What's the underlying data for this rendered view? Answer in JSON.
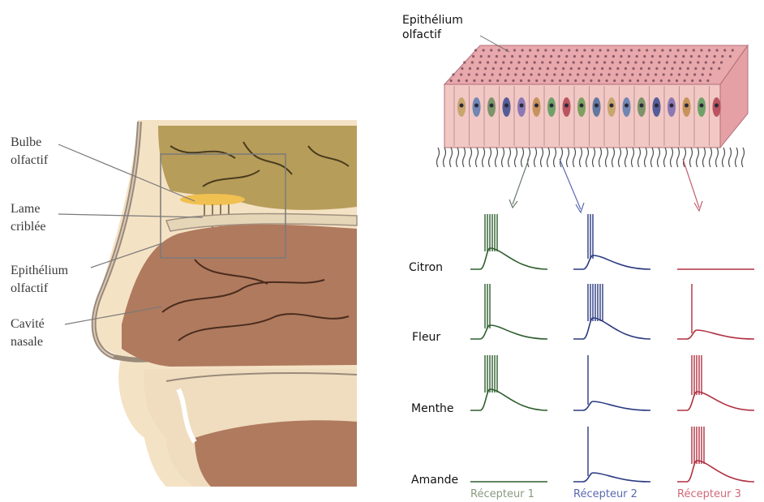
{
  "anatomy": {
    "labels": [
      {
        "line1": "Bulbe",
        "line2": "olfactif"
      },
      {
        "line1": "Lame",
        "line2": "criblée"
      },
      {
        "line1": "Epithélium",
        "line2": "olfactif"
      },
      {
        "line1": "Cavité",
        "line2": "nasale"
      }
    ]
  },
  "epithelium": {
    "line1": "Epithélium",
    "line2": "olfactif"
  },
  "odors": [
    "Citron",
    "Fleur",
    "Menthe",
    "Amande"
  ],
  "receptors": [
    {
      "label": "Récepteur 1",
      "color": "#2e5e2e",
      "label_color": "#8a9a80"
    },
    {
      "label": "Récepteur 2",
      "color": "#2a3a80",
      "label_color": "#5a6ab0"
    },
    {
      "label": "Récepteur 3",
      "color": "#b03040",
      "label_color": "#d06a78"
    }
  ],
  "spike_counts": [
    [
      6,
      3,
      0
    ],
    [
      3,
      7,
      1
    ],
    [
      6,
      1,
      5
    ],
    [
      0,
      1,
      6
    ]
  ],
  "colors": {
    "skin": "#f4e2c4",
    "cavity": "#b07a5e",
    "brain": "#b79d5a",
    "epithelium": "#e8a8ac"
  }
}
